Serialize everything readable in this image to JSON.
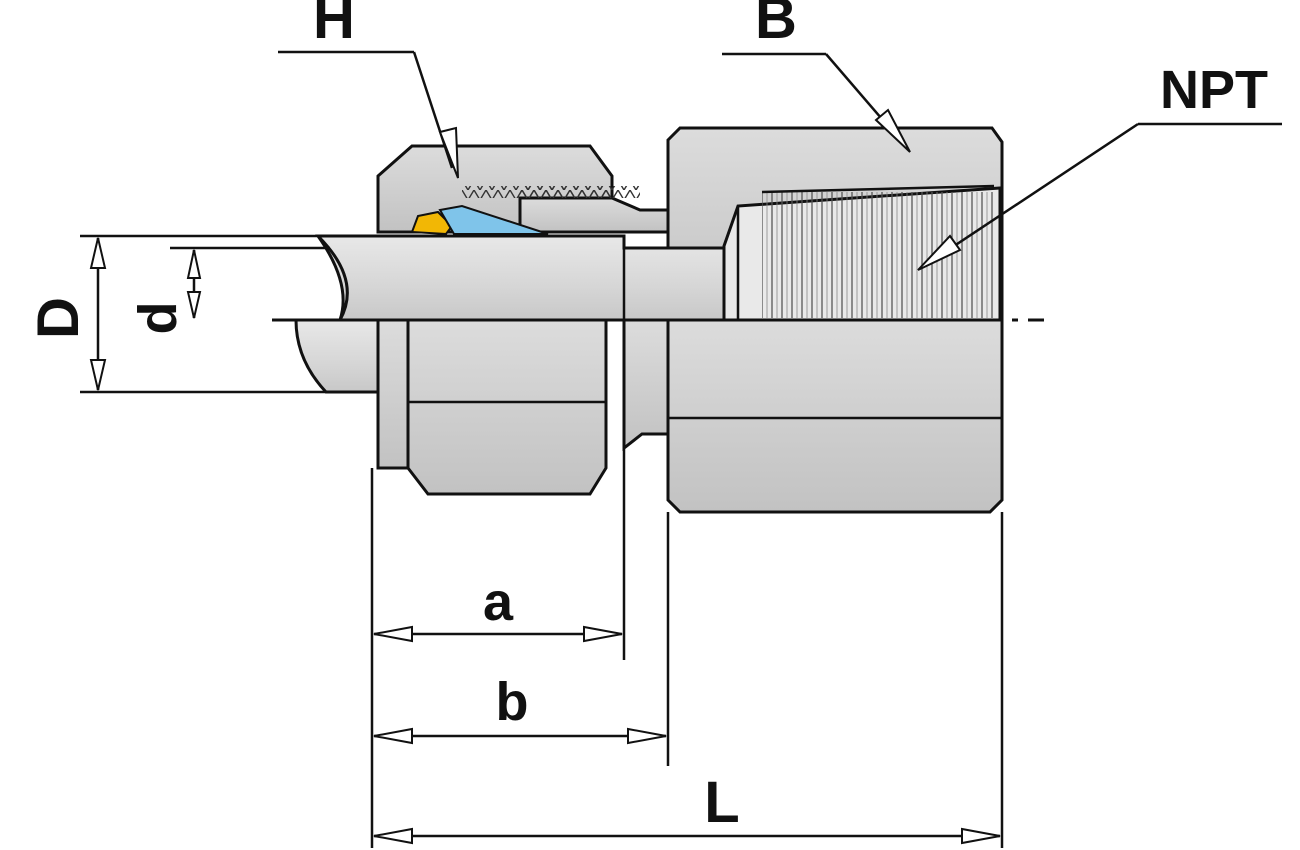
{
  "labels": {
    "H": "H",
    "B": "B",
    "NPT": "NPT",
    "D": "D",
    "d": "d",
    "a": "a",
    "b": "b",
    "L": "L"
  },
  "colors": {
    "metal": "#d4d4d4",
    "metal_light": "#e4e4e4",
    "metal_dark": "#bdbdbd",
    "ferrule_front": "#f2b705",
    "ferrule_back": "#7fc4ea",
    "outline": "#111111"
  }
}
